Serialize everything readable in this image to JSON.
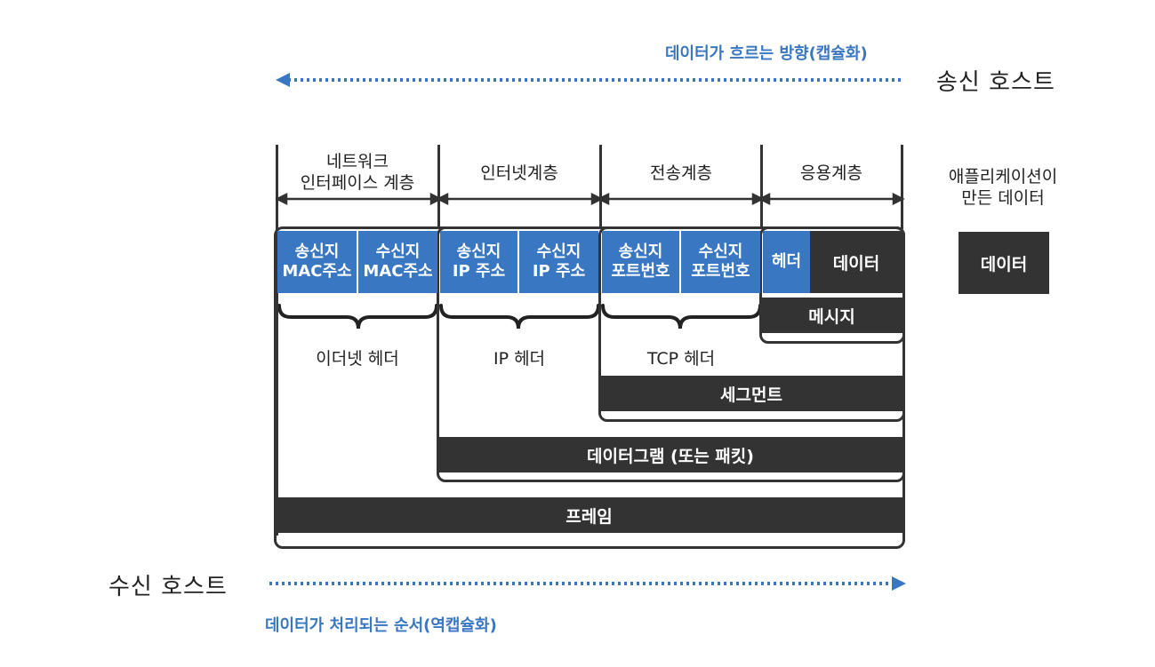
{
  "flow": {
    "encapsulation_label": "데이터가 흐르는 방향(캡슐화)",
    "decapsulation_label": "데이터가 처리되는 순서(역캡슐화)",
    "sender_host": "송신 호스트",
    "receiver_host": "수신 호스트"
  },
  "layers": {
    "network_interface": "네트워크\n인터페이스 계층",
    "internet": "인터넷계층",
    "transport": "전송계층",
    "application": "응용계층"
  },
  "app_data": {
    "caption": "애플리케이션이\n만든 데이터",
    "box_label": "데이터"
  },
  "cells": {
    "src_mac": "송신지\nMAC주소",
    "dst_mac": "수신지\nMAC주소",
    "src_ip": "송신지\nIP 주소",
    "dst_ip": "수신지\nIP 주소",
    "src_port": "송신지\n포트번호",
    "dst_port": "수신지\n포트번호",
    "app_header": "헤더",
    "app_data": "데이터"
  },
  "headers": {
    "ethernet": "이더넷 헤더",
    "ip": "IP 헤더",
    "tcp": "TCP 헤더"
  },
  "units": {
    "message": "메시지",
    "segment": "세그먼트",
    "datagram": "데이터그램 (또는 패킷)",
    "frame": "프레임"
  },
  "colors": {
    "accent_blue": "#3a77c2",
    "dark": "#333333"
  }
}
